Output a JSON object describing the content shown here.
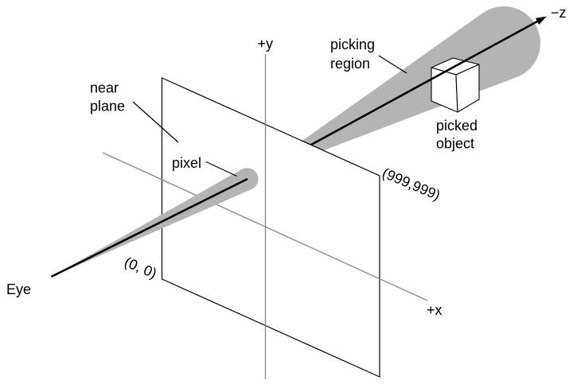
{
  "labels": {
    "eye": "Eye",
    "near_plane": [
      "near",
      "plane"
    ],
    "pixel": "pixel",
    "picking_region": [
      "picking",
      "region"
    ],
    "picked_object": [
      "picked",
      "object"
    ],
    "origin_coord": "(0, 0)",
    "max_coord": "(999,999)",
    "axis_y": "+y",
    "axis_x": "+x",
    "axis_z": "−z"
  },
  "colors": {
    "cone_gray": "#b4b4b4",
    "axis_gray": "#8c8c8c",
    "ink": "#000000",
    "background": "#ffffff"
  }
}
